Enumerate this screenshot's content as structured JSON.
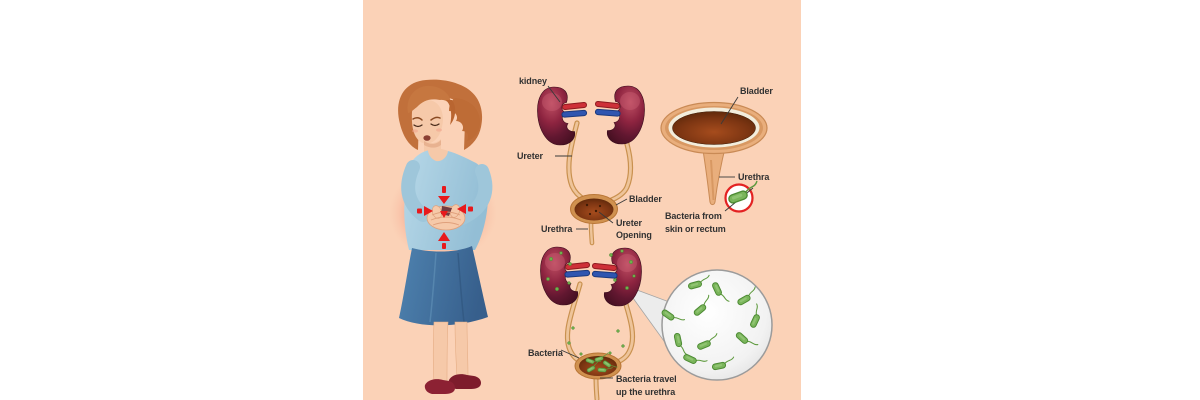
{
  "scene": {
    "name": "urinary-tract-infection-illustration",
    "panel_bg": "#FBD2B7"
  },
  "colors": {
    "background_panel": "#FBD2B7",
    "kidney_dark": "#471022",
    "kidney_mid": "#8E2440",
    "kidney_light": "#BE4F63",
    "vessel_red": "#CE3038",
    "vessel_blue": "#2F55B0",
    "tube_tan": "#C9914F",
    "bladder_rim": "#D0914F",
    "urine_dark": "#5F2A0D",
    "urine_red": "#A04B1E",
    "bacteria_green": "#7AB55B",
    "bacteria_outline": "#4C8A33",
    "alert_circle_red": "#E32222",
    "pain_arrow_red": "#E8191C",
    "hair_orange": "#C67740",
    "skin": "#F6C9A9",
    "shirt_blue": "#A9CEDF",
    "skirt_blue": "#41719F",
    "shoe_red": "#8C2133",
    "label_text": "#323232"
  },
  "labels": {
    "top_diagram": {
      "kidney": "kidney",
      "ureter": "Ureter",
      "bladder": "Bladder",
      "ureter_opening_1": "Ureter",
      "ureter_opening_2": "Opening",
      "urethra": "Urethra"
    },
    "funnel_diagram": {
      "bladder": "Bladder",
      "urethra": "Urethra",
      "bacteria_source_1": "Bacteria from",
      "bacteria_source_2": "skin or rectum"
    },
    "bottom_diagram": {
      "bacteria": "Bacteria",
      "bacteria_travel_1": "Bacteria travel",
      "bacteria_travel_2": "up the urethra"
    }
  }
}
